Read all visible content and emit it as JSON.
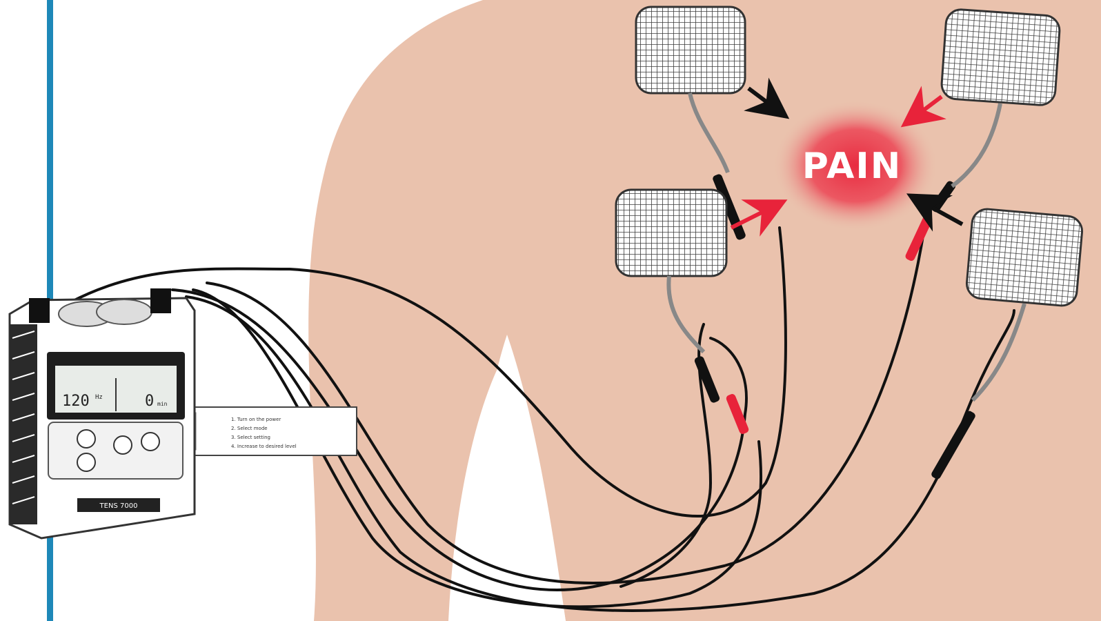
{
  "title": "",
  "pain_label": "PAIN",
  "device": {
    "display_value": "120",
    "display_unit": "Hz",
    "display_right_value": "0",
    "display_right_unit": "min",
    "brand_label": "TENS 7000",
    "buttons": [
      "up-button",
      "mode-button",
      "set-button",
      "down-button"
    ],
    "instruction_steps": [
      "1. Turn on the power",
      "2. Select mode",
      "3. Select setting",
      "4. Increase to desired level"
    ]
  },
  "electrodes": [
    {
      "id": "top-left"
    },
    {
      "id": "top-right"
    },
    {
      "id": "mid-left"
    },
    {
      "id": "mid-right"
    }
  ],
  "colors": {
    "skin": "#eac2ad",
    "accent_stripe": "#1e88b8",
    "pain_glow": "#e8233a",
    "arrow_red": "#e8233a",
    "arrow_black": "#111111",
    "wire": "#111111"
  }
}
